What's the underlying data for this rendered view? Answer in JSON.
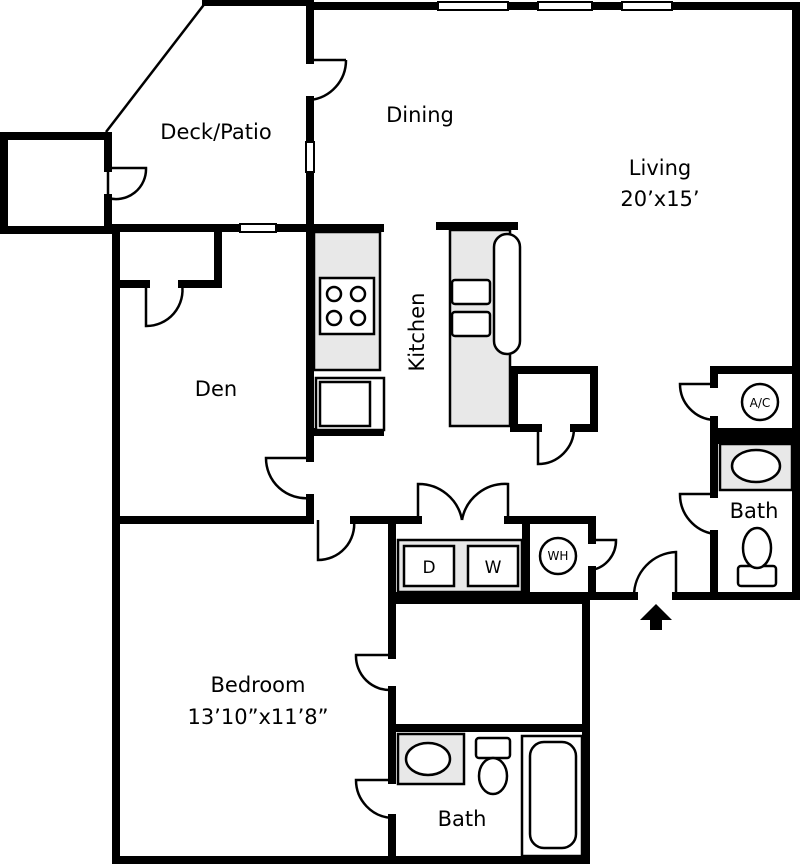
{
  "rooms": {
    "deck": {
      "name": "Deck/Patio"
    },
    "dining": {
      "name": "Dining"
    },
    "living": {
      "name": "Living",
      "size": "20’x15’"
    },
    "kitchen": {
      "name": "Kitchen"
    },
    "den": {
      "name": "Den"
    },
    "bedroom": {
      "name": "Bedroom",
      "size": "13’10”x11’8”"
    },
    "bath_main": {
      "name": "Bath"
    },
    "bath_hall": {
      "name": "Bath"
    }
  },
  "appliances": {
    "ac": "A/C",
    "water_heater": "WH",
    "dryer": "D",
    "washer": "W"
  }
}
